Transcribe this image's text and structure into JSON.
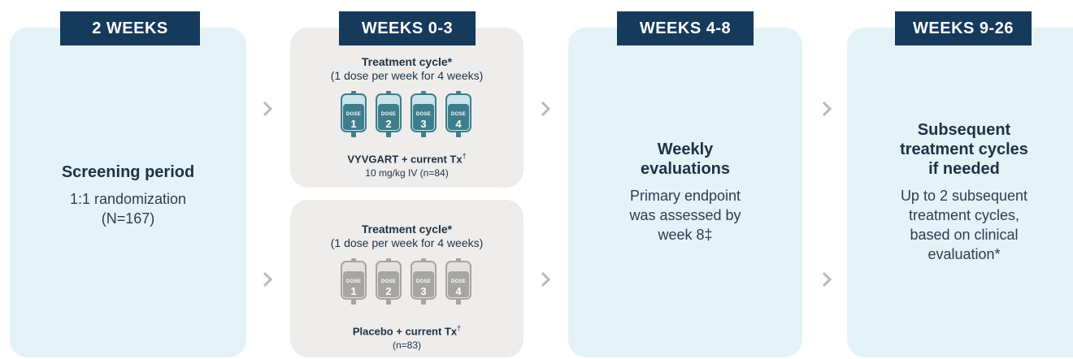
{
  "phases": [
    {
      "header": "2 WEEKS",
      "title": "Screening period",
      "body": [
        "1:1 randomization",
        "(N=167)"
      ]
    },
    {
      "header": "WEEKS 0-3",
      "arms": [
        {
          "cycle_title": "Treatment cycle*",
          "cycle_desc": "(1 dose per week for 4 weeks)",
          "dose_word": "DOSE",
          "doses": [
            "1",
            "2",
            "3",
            "4"
          ],
          "label": "VYVGART + current Tx",
          "label_mark": "†",
          "note": "10 mg/kg IV (n=84)",
          "bag_color": "#3e7e8c",
          "bag_light": "#c9e3e9"
        },
        {
          "cycle_title": "Treatment cycle*",
          "cycle_desc": "(1 dose per week for 4 weeks)",
          "dose_word": "DOSE",
          "doses": [
            "1",
            "2",
            "3",
            "4"
          ],
          "label": "Placebo + current Tx",
          "label_mark": "†",
          "note": "(n=83)",
          "bag_color": "#a7a5a2",
          "bag_light": "#e3e1de"
        }
      ]
    },
    {
      "header": "WEEKS 4-8",
      "title": [
        "Weekly",
        "evaluations"
      ],
      "body": [
        "Primary endpoint",
        "was assessed by",
        "week 8‡"
      ]
    },
    {
      "header": "WEEKS 9-26",
      "title": [
        "Subsequent",
        "treatment cycles",
        "if needed"
      ],
      "body": [
        "Up to 2 subsequent",
        "treatment cycles,",
        "based on clinical",
        "evaluation*"
      ]
    }
  ],
  "colors": {
    "header_bg": "#163a5c",
    "panel_blue": "#e4f3f7",
    "panel_gray": "#efedeb",
    "chevron": "#b9b9b9"
  },
  "icons": [
    "chevron-right-icon",
    "iv-bag-icon"
  ]
}
